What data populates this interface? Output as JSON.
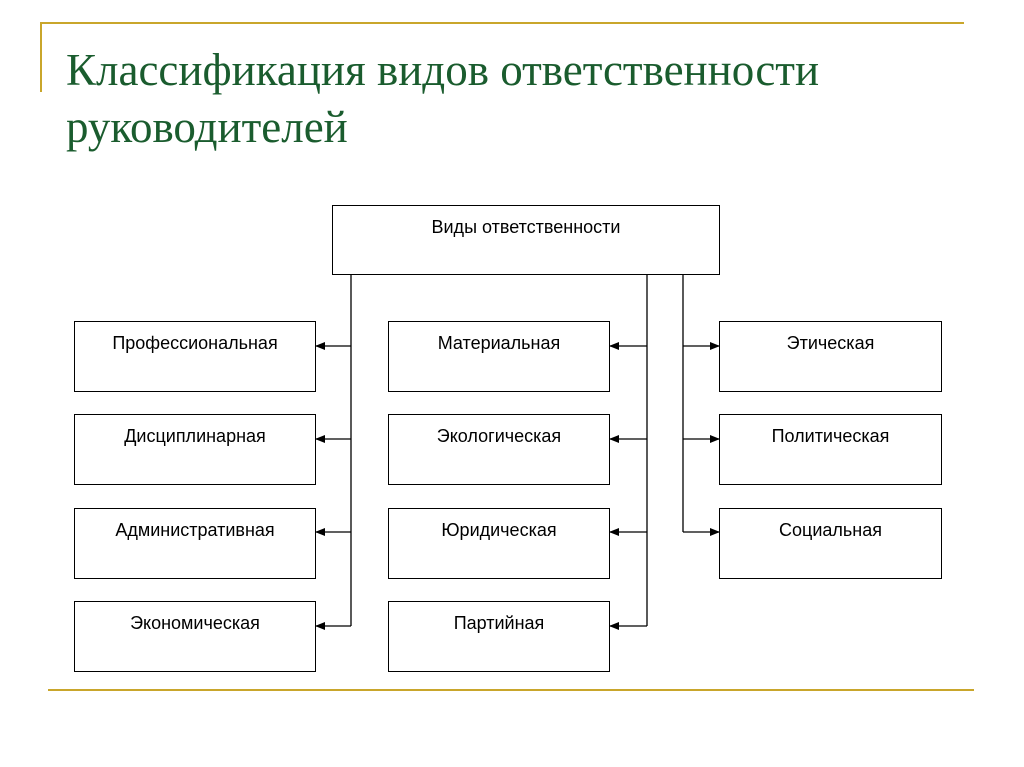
{
  "title": "Классификация видов ответственности руководителей",
  "diagram": {
    "root": "Виды ответственности",
    "columns": [
      [
        "Профессиональная",
        "Дисциплинарная",
        "Административная",
        "Экономическая"
      ],
      [
        "Материальная",
        "Экологическая",
        "Юридическая",
        "Партийная"
      ],
      [
        "Этическая",
        "Политическая",
        "Социальная"
      ]
    ]
  }
}
